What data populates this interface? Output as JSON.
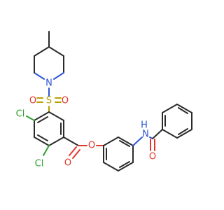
{
  "molecule": {
    "atoms": {
      "n_piperidine": "N",
      "s_sulfonyl": "S",
      "o_sulfonyl_left": "O",
      "o_sulfonyl_right": "O",
      "cl_upper": "Cl",
      "cl_lower": "Cl",
      "o_ester_carbonyl": "O",
      "o_ester_link": "O",
      "n_amide": "N",
      "h_amide": "H",
      "o_amide": "O"
    },
    "colors": {
      "carbon_bond": "#2b2b2b",
      "oxygen": "#e0392b",
      "nitrogen": "#2f55d4",
      "sulfur": "#b8a000",
      "chlorine": "#2fa02f"
    }
  }
}
